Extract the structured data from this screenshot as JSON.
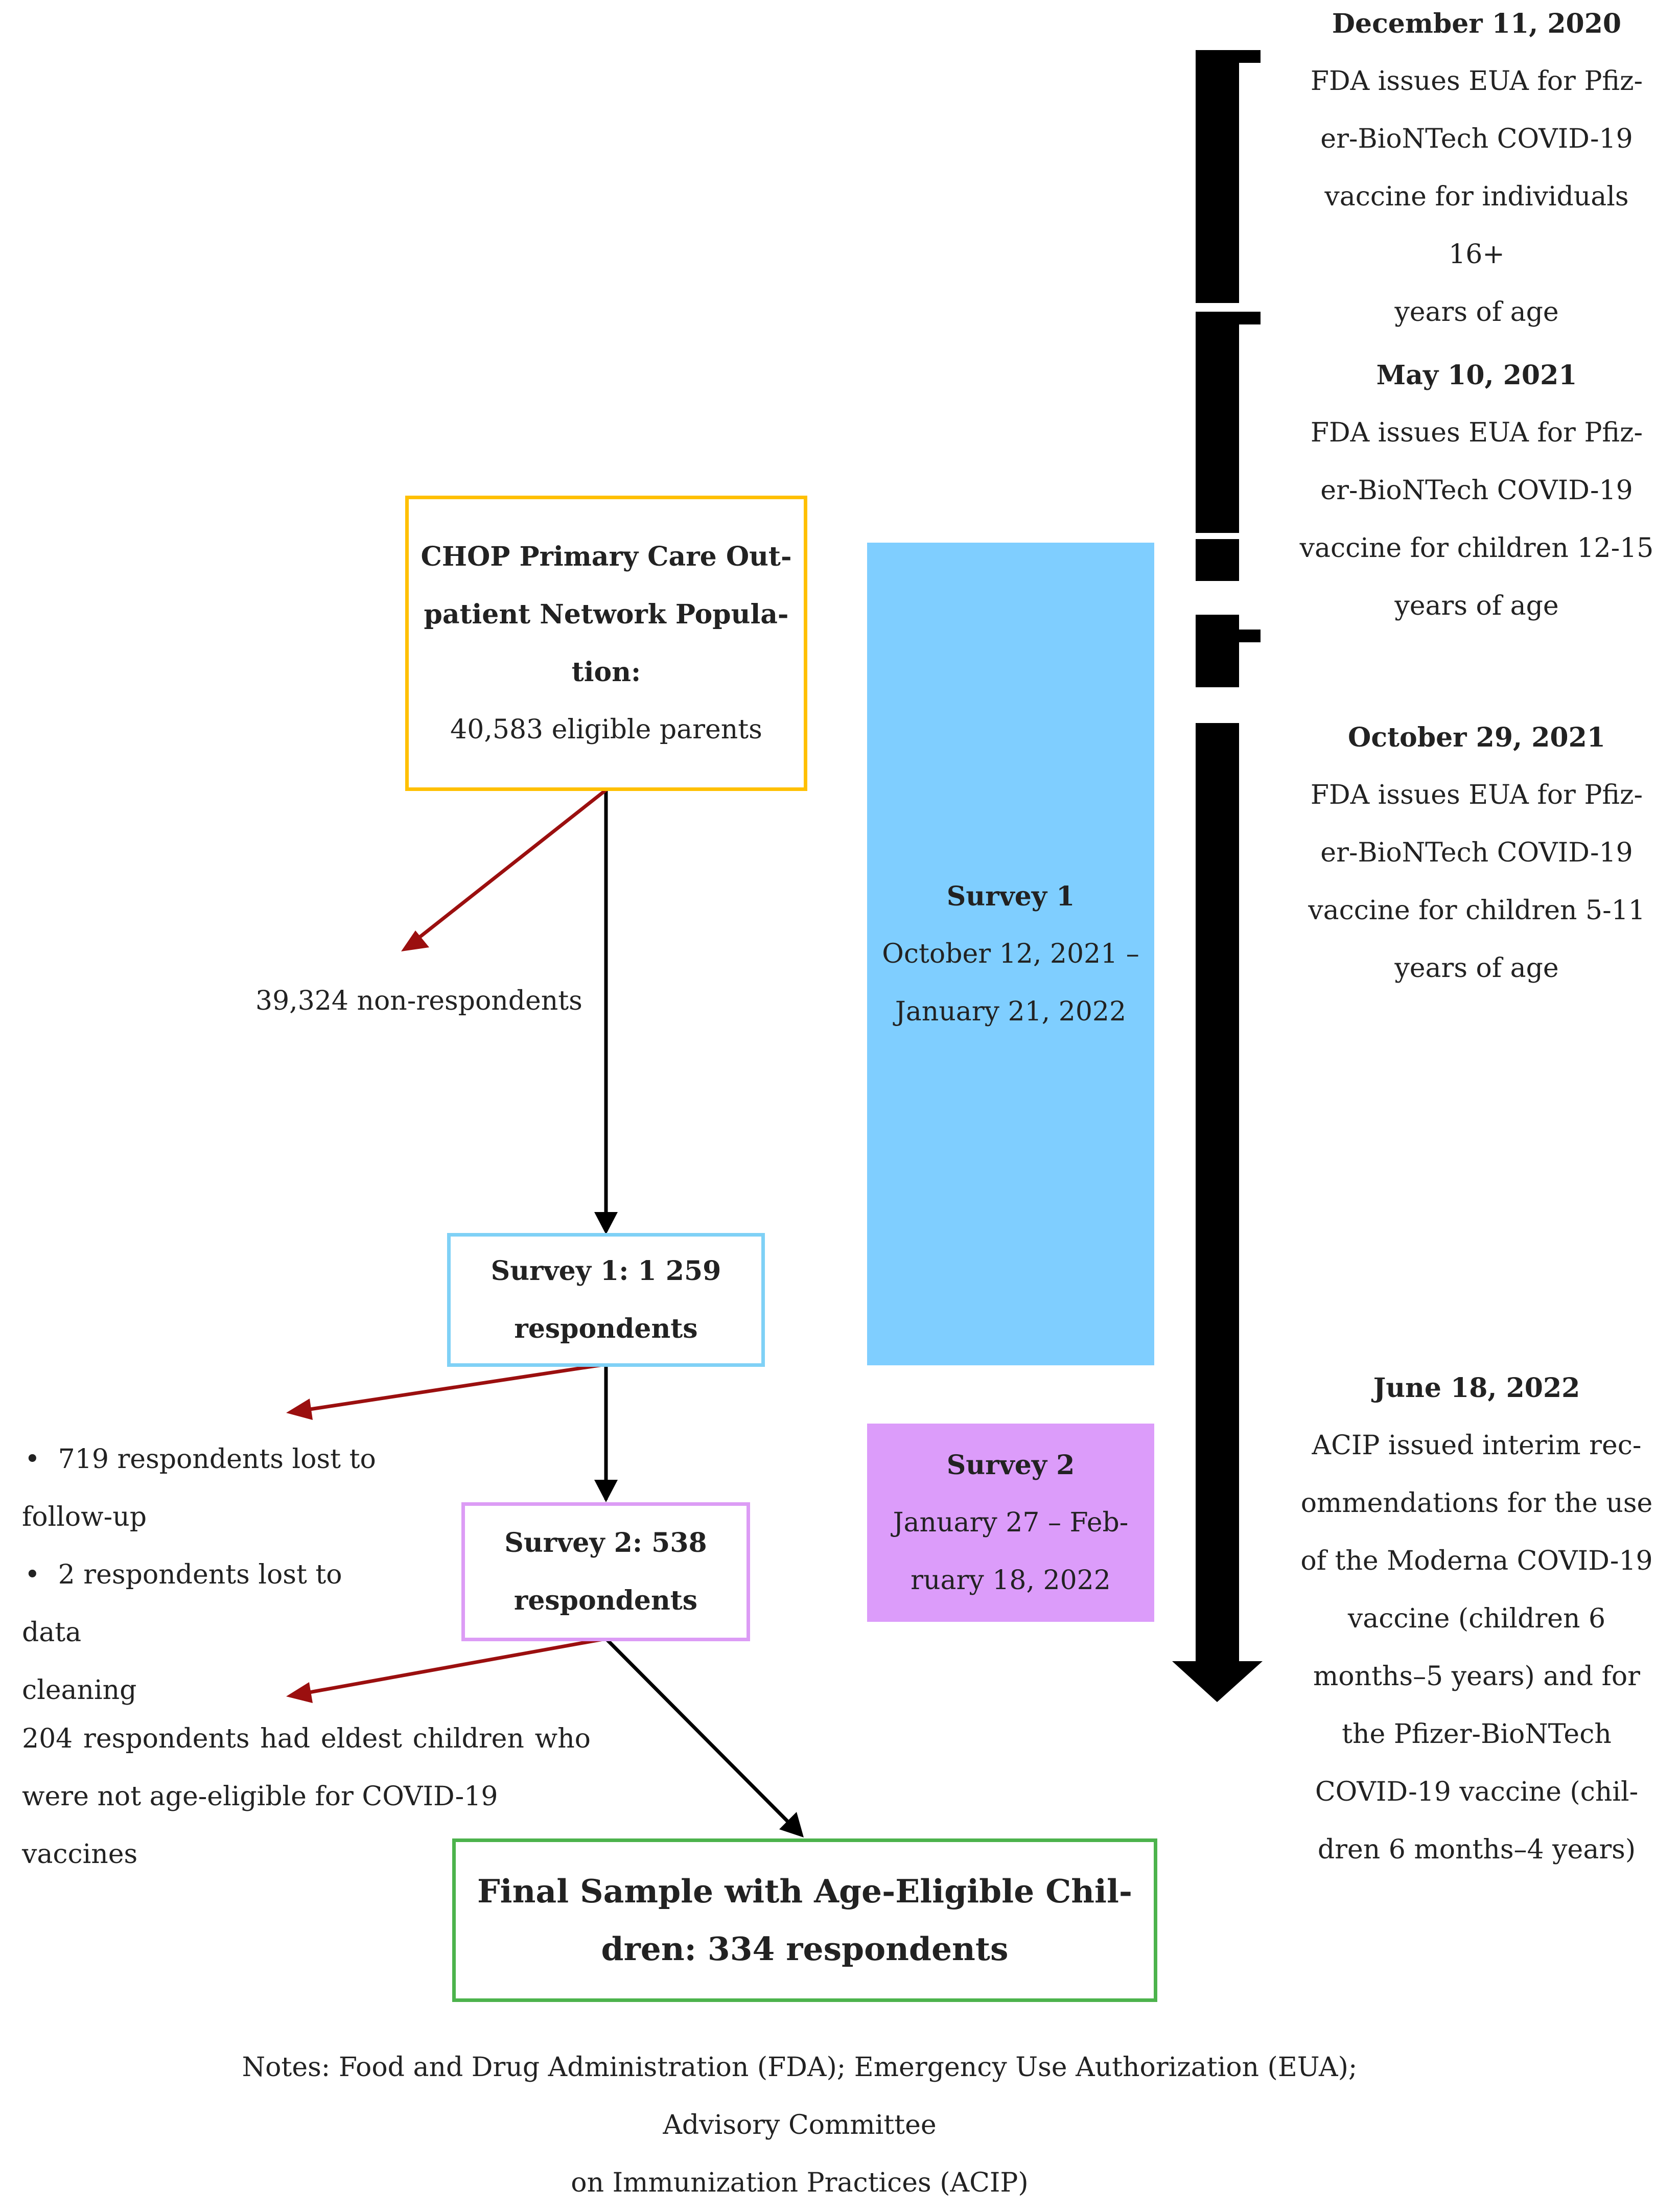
{
  "flow": {
    "population": {
      "title_l1": "CHOP Primary Care Out-",
      "title_l2": "patient Network Popula-",
      "title_l3": "tion:",
      "count": "40,583 eligible parents"
    },
    "non_respondents": "39,324 non-respondents",
    "survey1_box": {
      "line1": "Survey 1: 1 259",
      "line2": "respondents"
    },
    "loss1": {
      "bullet1_l1": "719 respondents lost to",
      "bullet1_l2": "follow-up",
      "bullet2_l1": "2 respondents lost to data",
      "bullet2_l2": "cleaning"
    },
    "survey2_box": {
      "line1": "Survey 2: 538",
      "line2": "respondents"
    },
    "loss2": {
      "l1": "204 respondents had eldest children who",
      "l2": "were not age-eligible for COVID-19 vaccines"
    },
    "final": {
      "l1": "Final Sample with Age-Eligible Chil-",
      "l2": "dren: 334 respondents"
    }
  },
  "surveys": {
    "survey1": {
      "title": "Survey 1",
      "dates_l1": "October 12, 2021 –",
      "dates_l2": "January 21, 2022"
    },
    "survey2": {
      "title": "Survey 2",
      "dates_l1": "January 27 – Feb-",
      "dates_l2": "ruary 18, 2022"
    }
  },
  "timeline": {
    "events": [
      {
        "date": "December 11, 2020",
        "l1": "FDA issues EUA for Pfiz-",
        "l2": "er-BioNTech COVID-19",
        "l3": "vaccine for individuals 16+",
        "l4": "years of age"
      },
      {
        "date": "May 10, 2021",
        "l1": "FDA issues EUA for Pfiz-",
        "l2": "er-BioNTech COVID-19",
        "l3": "vaccine for children 12-15",
        "l4": "years of age"
      },
      {
        "date": "October 29, 2021",
        "l1": "FDA issues EUA for Pfiz-",
        "l2": "er-BioNTech COVID-19",
        "l3": "vaccine for children 5-11",
        "l4": "years of age"
      },
      {
        "date": "June 18, 2022",
        "l1": "ACIP issued interim rec-",
        "l2": "ommendations for the use",
        "l3": "of the Moderna COVID-19",
        "l4": "vaccine (children 6",
        "l5": "months–5 years) and for",
        "l6": "the Pfizer-BioNTech",
        "l7": "COVID-19 vaccine (chil-",
        "l8": "dren 6 months–4 years)"
      }
    ]
  },
  "notes": {
    "l1": "Notes: Food and Drug Administration (FDA); Emergency Use Authorization (EUA); Advisory Committee",
    "l2": "on Immunization Practices (ACIP)"
  },
  "colors": {
    "population_border": "#FFC000",
    "survey1_border": "#7FD1F6",
    "survey2_border": "#DC9CF5",
    "final_border": "#4CB34C",
    "survey1_fill": "#7FCEFF",
    "survey2_fill": "#DC9CFA",
    "loss_arrow": "#9B0F0F",
    "flow_arrow": "#000000",
    "timeline": "#000000"
  }
}
